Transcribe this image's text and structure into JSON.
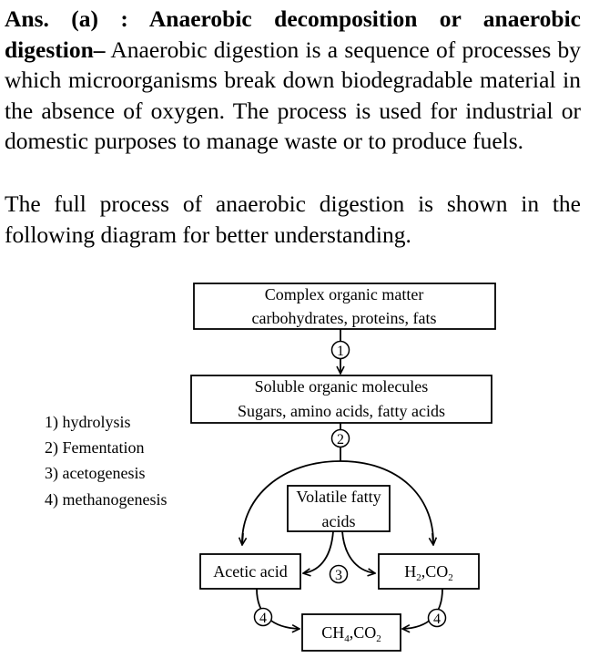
{
  "answer": {
    "heading": "Ans. (a) : Anaerobic decomposition or anaerobic digestion–",
    "definition": " Anaerobic digestion is a sequence of processes by which microorganisms break down biodegradable material in the absence of oxygen. The process is used for industrial or domestic purposes to manage waste or to produce fuels.",
    "intro": "The full process of anaerobic digestion is shown in the following diagram for better understanding."
  },
  "diagram": {
    "complex_line1": "Complex organic matter",
    "complex_line2": "carbohydrates, proteins, fats",
    "soluble_line1": "Soluble organic molecules",
    "soluble_line2": "Sugars, amino acids, fatty acids",
    "vfa_line1": "Volatile fatty",
    "vfa_line2": "acids",
    "acetic": "Acetic acid",
    "h2_a": "H",
    "h2_sub1": "2",
    "h2_b": ",CO",
    "h2_sub2": "2",
    "ch4_a": "CH",
    "ch4_sub1": "4",
    "ch4_b": ",CO",
    "ch4_sub2": "2",
    "step1": "1",
    "step2": "2",
    "step3": "3",
    "step4a": "4",
    "step4b": "4",
    "legend": [
      "1) hydrolysis",
      "2) Fementation",
      "3) acetogenesis",
      "4) methanogenesis"
    ]
  }
}
